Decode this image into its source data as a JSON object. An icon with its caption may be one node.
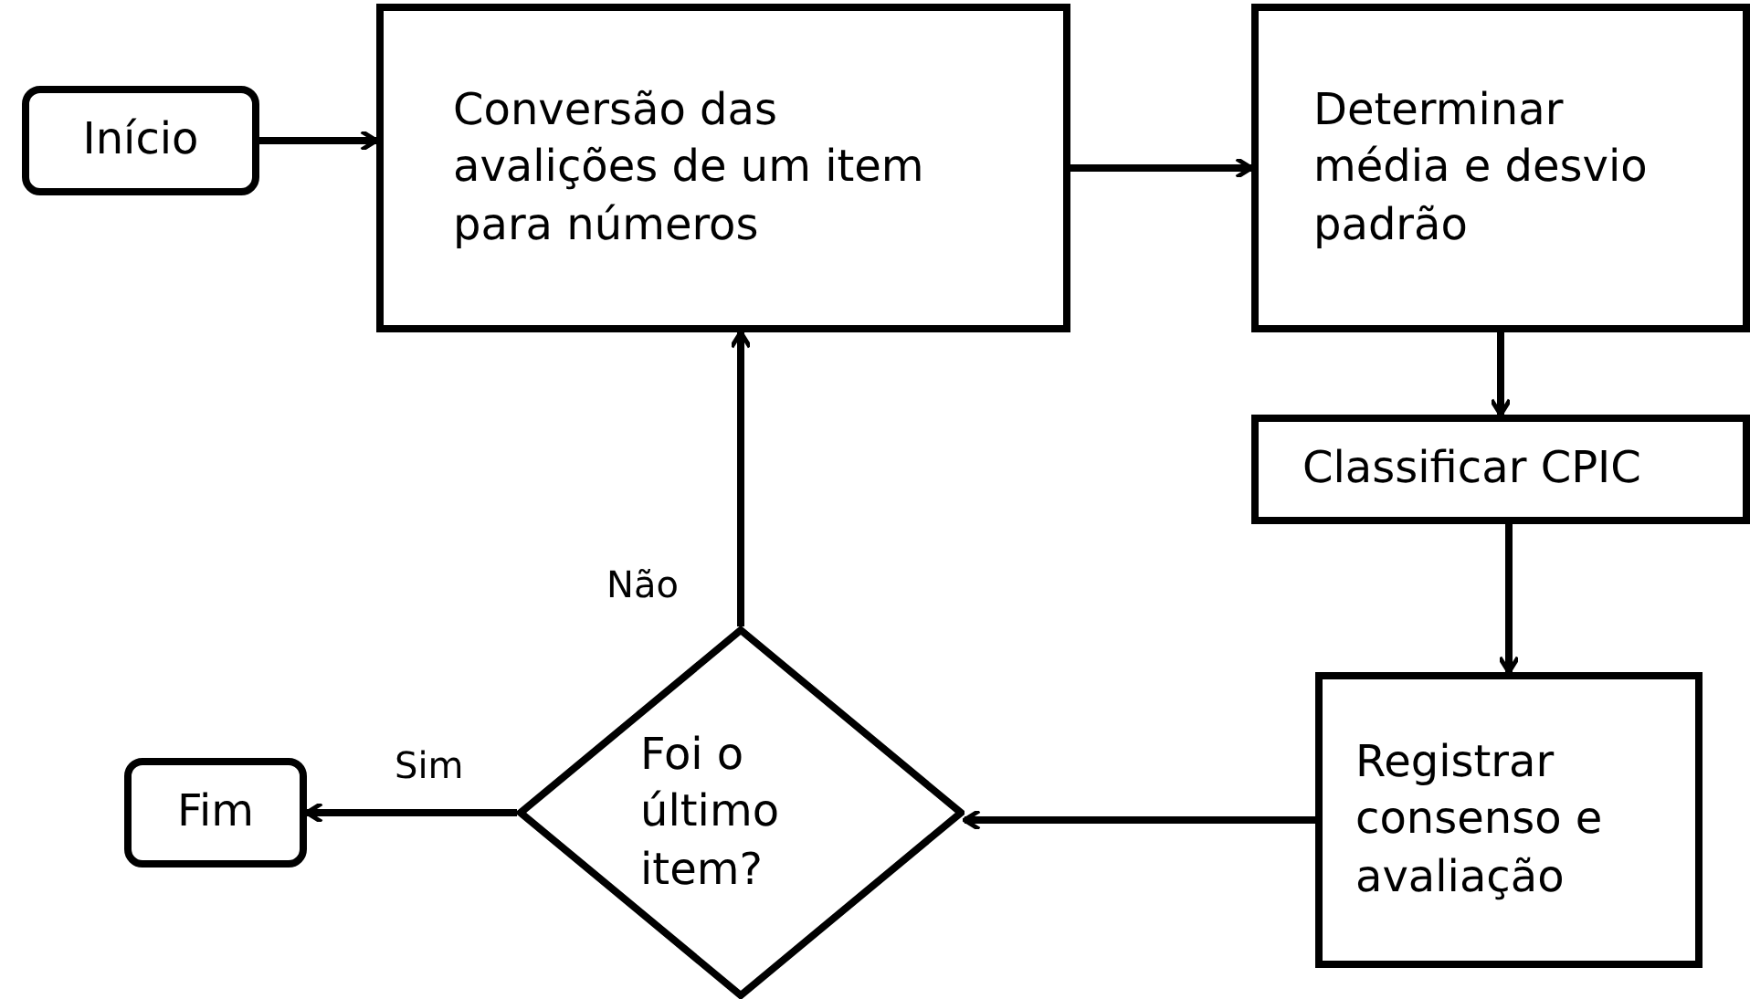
{
  "diagram": {
    "nodes": [
      {
        "text": [
          "Início"
        ]
      },
      {
        "text": [
          "Conversão das avalições de um item para números"
        ]
      },
      {
        "text": [
          "Determinar média e desvio padrão"
        ]
      },
      {
        "text": [
          "Classificar CPIC"
        ]
      },
      {
        "text": [
          "Registrar consenso e avaliação"
        ]
      },
      {
        "text": [
          "Foi o último item?"
        ]
      },
      {
        "text": [
          "Fim"
        ]
      }
    ],
    "edges": [
      {
        "from": 0,
        "to": 1,
        "arrow": "to"
      },
      {
        "from": 1,
        "to": 2,
        "arrow": "to"
      },
      {
        "from": 2,
        "to": 3,
        "arrow": "to"
      },
      {
        "from": 3,
        "to": 4,
        "arrow": "to"
      },
      {
        "from": 4,
        "to": 5,
        "arrow": "to"
      },
      {
        "from": 5,
        "to": 6,
        "arrow": "to",
        "label": "Sim"
      },
      {
        "from": 5,
        "to": 1,
        "arrow": "to",
        "label": "Não"
      }
    ]
  }
}
